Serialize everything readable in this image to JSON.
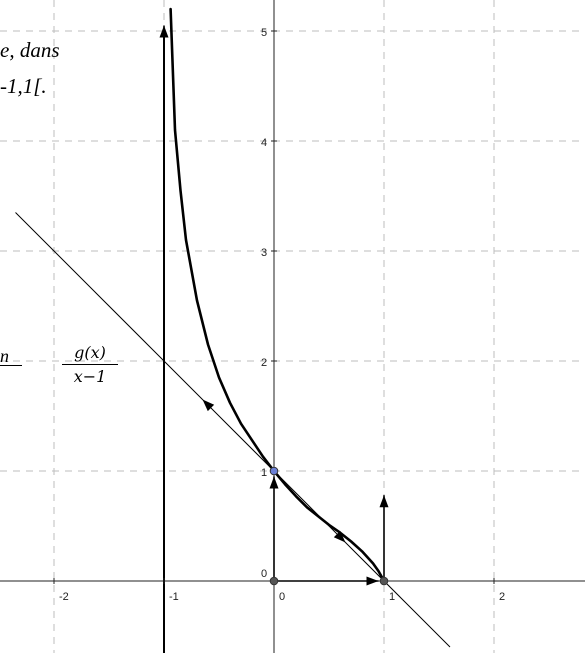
{
  "text_fragments": {
    "line1": "e, dans",
    "line2": "-1,1[.",
    "fragment3": "n"
  },
  "formula": {
    "numerator": "g(x)",
    "denominator": "x−1"
  },
  "chart_data": {
    "type": "line",
    "xlim": [
      -2.45,
      2.7
    ],
    "ylim": [
      -0.45,
      5.2
    ],
    "grid": true,
    "x_ticks": [
      "-2",
      "-1",
      "0",
      "1",
      "2"
    ],
    "y_ticks": [
      "0",
      "1",
      "2",
      "3",
      "4",
      "5"
    ],
    "series": [
      {
        "kind": "curve",
        "x": [
          -0.94,
          -0.9,
          -0.85,
          -0.8,
          -0.7,
          -0.6,
          -0.5,
          -0.4,
          -0.3,
          -0.2,
          -0.1,
          0.0,
          0.1,
          0.2,
          0.3,
          0.4,
          0.5,
          0.6,
          0.7,
          0.8,
          0.9,
          0.95,
          1.0
        ],
        "y": [
          5.2,
          4.1,
          3.55,
          3.1,
          2.55,
          2.15,
          1.85,
          1.62,
          1.43,
          1.28,
          1.13,
          1.0,
          0.88,
          0.77,
          0.67,
          0.59,
          0.51,
          0.44,
          0.36,
          0.27,
          0.16,
          0.09,
          0.0
        ]
      },
      {
        "kind": "tangent_line",
        "x": [
          -2.35,
          1.6
        ],
        "y": [
          3.35,
          -0.6
        ]
      }
    ],
    "asymptote_x": -1,
    "points": [
      {
        "x": 0,
        "y": 1,
        "color": "#6a7fd6"
      },
      {
        "x": 0,
        "y": 0,
        "color": "#555555"
      },
      {
        "x": 1,
        "y": 0,
        "color": "#555555"
      }
    ],
    "arrows": [
      {
        "from": [
          -1,
          4.7
        ],
        "to": [
          -1,
          5.05
        ],
        "style": "vector"
      },
      {
        "from": [
          0,
          0
        ],
        "to": [
          0,
          0.95
        ],
        "style": "vector"
      },
      {
        "from": [
          0,
          0
        ],
        "to": [
          0.95,
          0
        ],
        "style": "vector"
      },
      {
        "from": [
          1,
          0
        ],
        "to": [
          1,
          0.78
        ],
        "style": "vector"
      },
      {
        "from": [
          -0.45,
          1.45
        ],
        "to": [
          -0.65,
          1.65
        ],
        "style": "tangent-direction"
      },
      {
        "from": [
          0.45,
          0.55
        ],
        "to": [
          0.65,
          0.35
        ],
        "style": "tangent-direction"
      }
    ]
  }
}
